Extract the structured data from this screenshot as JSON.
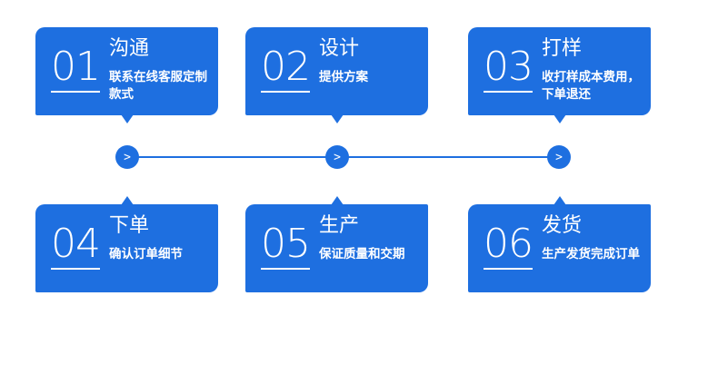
{
  "colors": {
    "accent": "#1e6fe0",
    "background": "#ffffff",
    "text": "#ffffff"
  },
  "node_glyph": ">",
  "steps": [
    {
      "number": "01",
      "title": "沟通",
      "desc": "联系在线客服定制款式"
    },
    {
      "number": "02",
      "title": "设计",
      "desc": "提供方案"
    },
    {
      "number": "03",
      "title": "打样",
      "desc": "收打样成本费用，下单退还"
    },
    {
      "number": "04",
      "title": "下单",
      "desc": "确认订单细节"
    },
    {
      "number": "05",
      "title": "生产",
      "desc": "保证质量和交期"
    },
    {
      "number": "06",
      "title": "发货",
      "desc": "生产发货完成订单"
    }
  ]
}
